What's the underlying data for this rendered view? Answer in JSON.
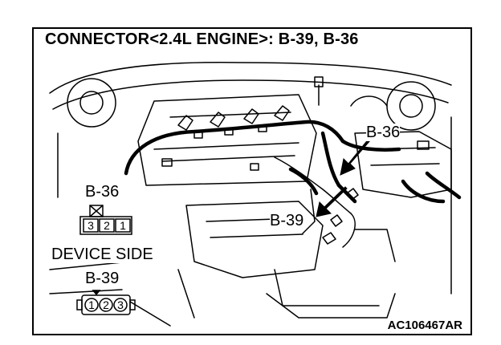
{
  "title": "CONNECTOR<2.4L ENGINE>: B-39, B-36",
  "callouts": {
    "b36": "B-36",
    "b39": "B-39"
  },
  "legend": {
    "b36_label": "B-36",
    "b36_pins": [
      "3",
      "2",
      "1"
    ],
    "device_side": "DEVICE SIDE",
    "b39_label": "B-39",
    "b39_pins": [
      "1",
      "2",
      "3"
    ]
  },
  "figure_code": "AC106467AR",
  "colors": {
    "line": "#000000",
    "background": "#ffffff"
  }
}
